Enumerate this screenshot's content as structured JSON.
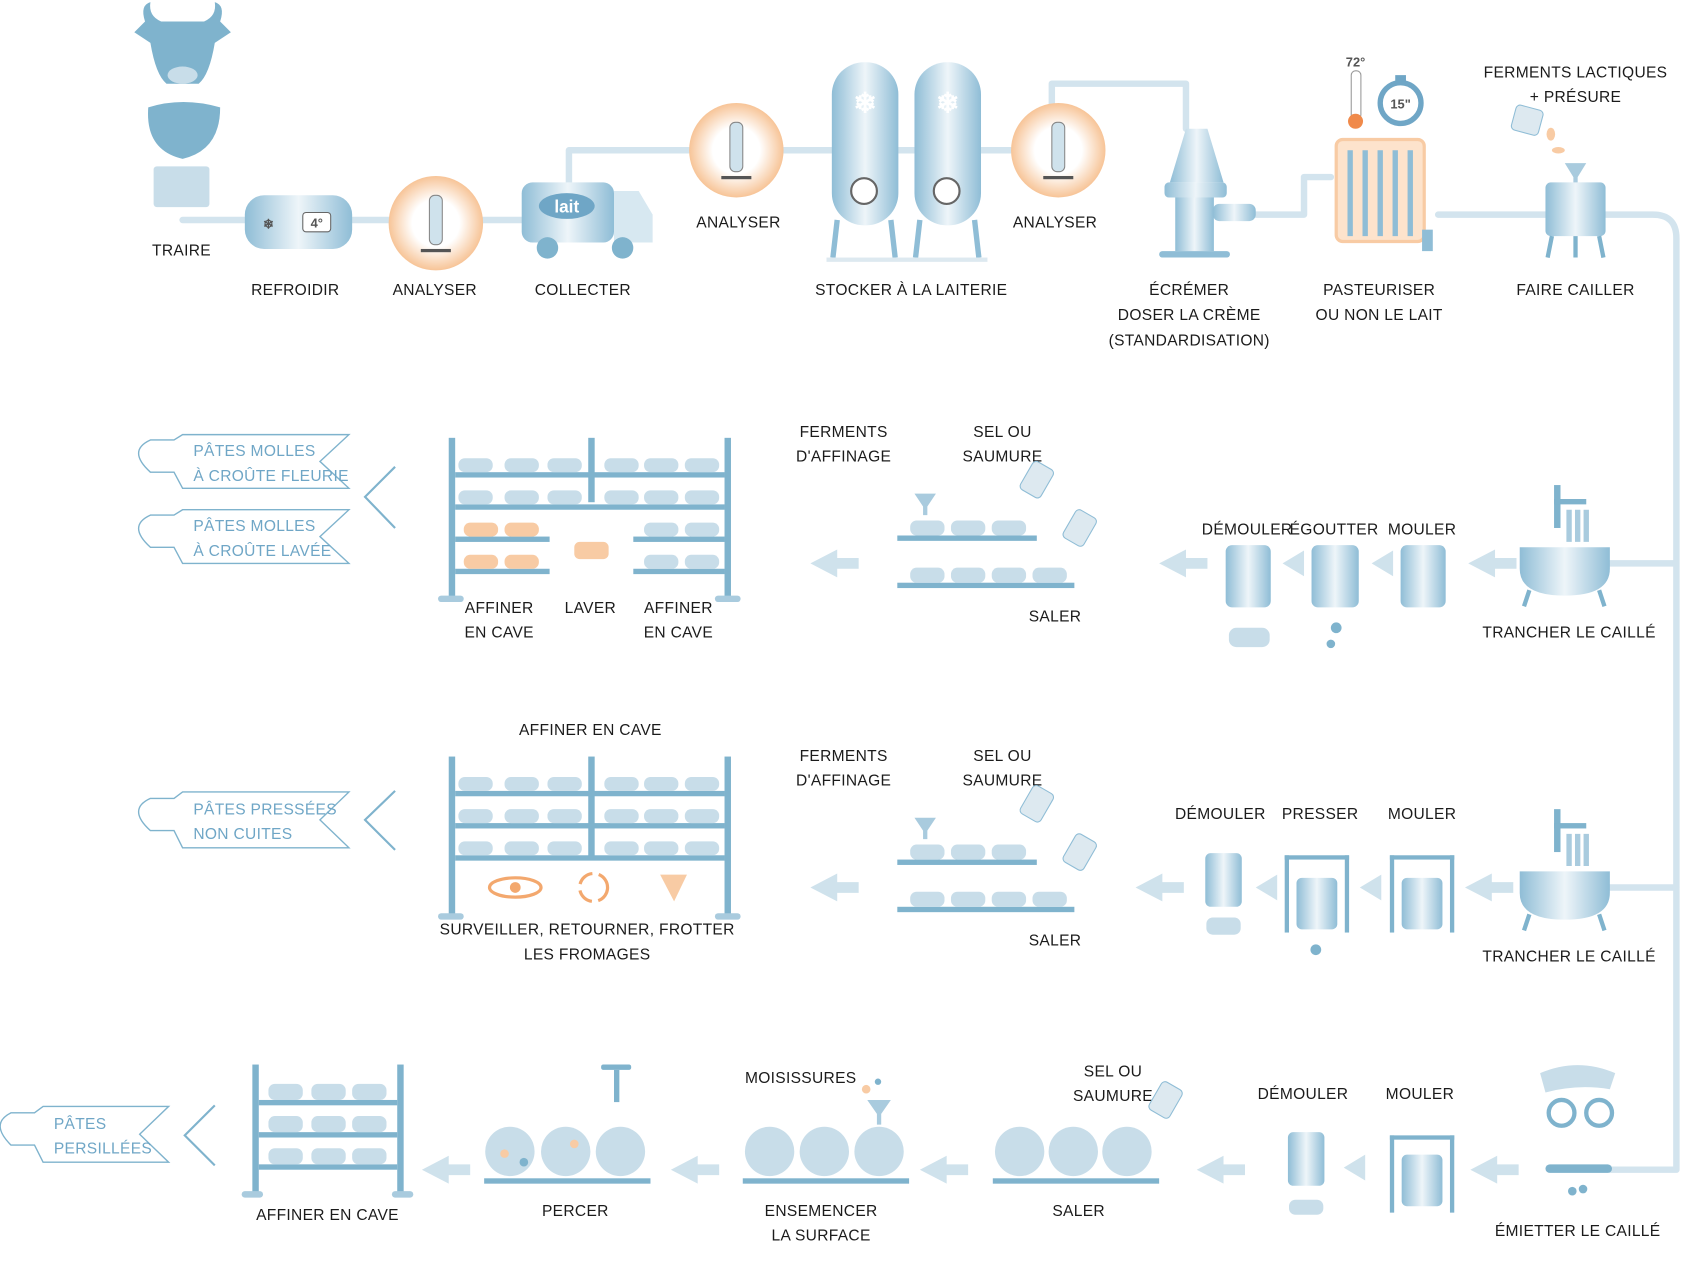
{
  "colors": {
    "accent": "#7fb3cd",
    "light": "#c8dde9",
    "pipe": "#d3e4ee",
    "orange": "#f8cba4",
    "tag_text": "#6fa6c6"
  },
  "row1": {
    "traire": "TRAIRE",
    "refroidir": "REFROIDIR",
    "refroidir_temp": "4°",
    "analyser1": "ANALYSER",
    "collecter": "COLLECTER",
    "truck_logo": "lait",
    "analyser2": "ANALYSER",
    "stocker": "STOCKER À LA LAITERIE",
    "analyser3": "ANALYSER",
    "ecremer": [
      "ÉCRÉMER",
      "DOSER LA CRÈME",
      "(STANDARDISATION)"
    ],
    "pasteuriser": [
      "PASTEURISER",
      "OU NON LE LAIT"
    ],
    "temp": "72°",
    "time": "15\"",
    "ferments": [
      "FERMENTS LACTIQUES",
      "+ PRÉSURE"
    ],
    "faire_cailler": "FAIRE CAILLER"
  },
  "row2": {
    "tags": [
      [
        "PÂTES MOLLES",
        "À CROÛTE FLEURIE"
      ],
      [
        "PÂTES MOLLES",
        "À CROÛTE LAVÉE"
      ]
    ],
    "affiner_a": [
      "AFFINER",
      "EN CAVE"
    ],
    "laver": "LAVER",
    "affiner_b": [
      "AFFINER",
      "EN CAVE"
    ],
    "ferments": [
      "FERMENTS",
      "D'AFFINAGE"
    ],
    "sel": [
      "SEL OU",
      "SAUMURE"
    ],
    "saler": "SALER",
    "demouler": "DÉMOULER",
    "egoutter": "ÉGOUTTER",
    "mouler": "MOULER",
    "trancher": "TRANCHER LE CAILLÉ"
  },
  "row3": {
    "tag": [
      "PÂTES PRESSÉES",
      "NON CUITES"
    ],
    "affiner": "AFFINER EN CAVE",
    "surveiller": [
      "SURVEILLER, RETOURNER, FROTTER",
      "LES FROMAGES"
    ],
    "ferments": [
      "FERMENTS",
      "D'AFFINAGE"
    ],
    "sel": [
      "SEL OU",
      "SAUMURE"
    ],
    "saler": "SALER",
    "demouler": "DÉMOULER",
    "presser": "PRESSER",
    "mouler": "MOULER",
    "trancher": "TRANCHER LE CAILLÉ"
  },
  "row4": {
    "tag": [
      "PÂTES",
      "PERSILLÉES"
    ],
    "affiner": "AFFINER EN CAVE",
    "percer": "PERCER",
    "moisissures": "MOISISSURES",
    "ensemencer": [
      "ENSEMENCER",
      "LA SURFACE"
    ],
    "sel": [
      "SEL OU",
      "SAUMURE"
    ],
    "saler": "SALER",
    "demouler": "DÉMOULER",
    "mouler": "MOULER",
    "emietter": "ÉMIETTER LE CAILLÉ"
  }
}
